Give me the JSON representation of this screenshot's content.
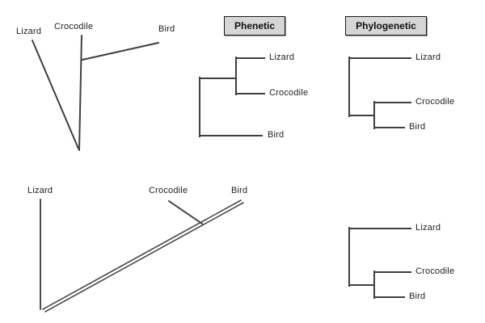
{
  "headers": {
    "phenetic": "Phenetic",
    "phylogenetic": "Phylogenetic"
  },
  "trees": {
    "top_left_divergence": {
      "lizard": "Lizard",
      "crocodile": "Crocodile",
      "bird": "Bird"
    },
    "phenetic_cladogram": {
      "lizard": "Lizard",
      "crocodile": "Crocodile",
      "bird": "Bird"
    },
    "phylogenetic_top_cladogram": {
      "lizard": "Lizard",
      "crocodile": "Crocodile",
      "bird": "Bird"
    },
    "bottom_left_divergence": {
      "lizard": "Lizard",
      "crocodile": "Crocodile",
      "bird": "Bird"
    },
    "phylogenetic_bottom_cladogram": {
      "lizard": "Lizard",
      "crocodile": "Crocodile",
      "bird": "Bird"
    }
  },
  "colors": {
    "line": "#3f3f3f",
    "header_bg": "#d6d6d6",
    "header_border": "#1a1a1a"
  }
}
